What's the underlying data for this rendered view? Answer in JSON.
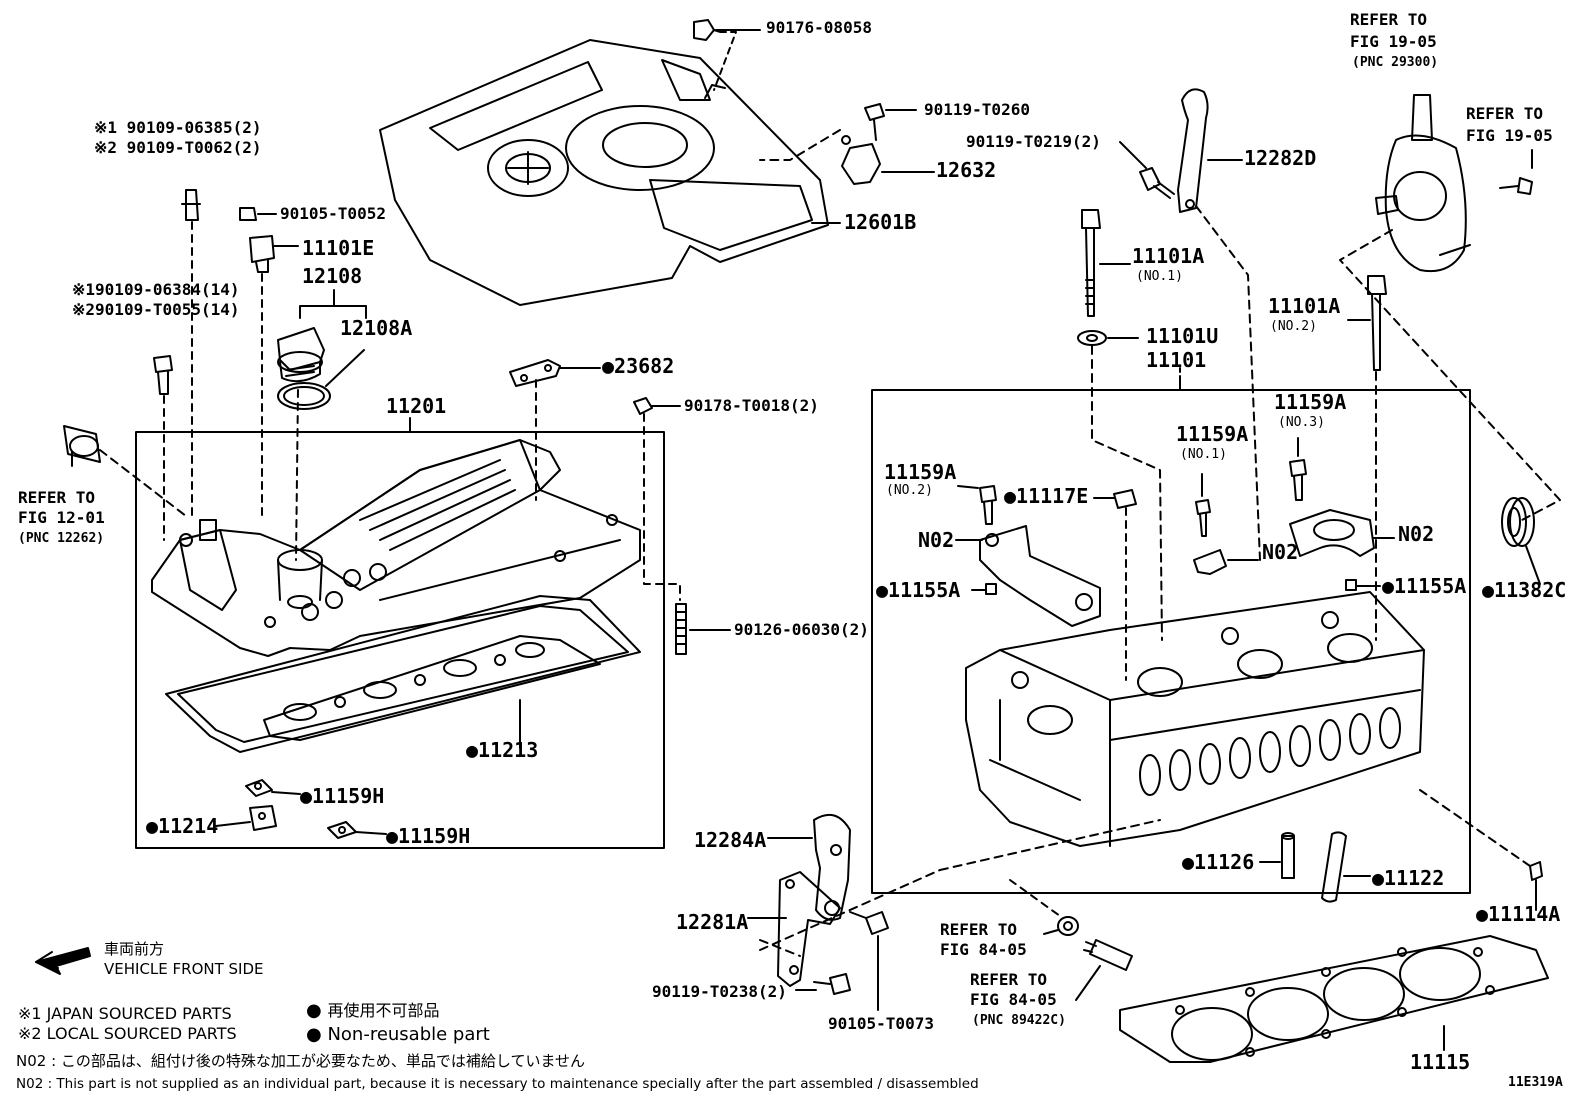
{
  "diagram_code": "11E319A",
  "labels": {
    "p90176_08058": "90176-08058",
    "p90119_T0260": "90119-T0260",
    "p12632": "12632",
    "p12601B": "12601B",
    "p90119_T0219": "90119-T0219(2)",
    "p12282D": "12282D",
    "ref_19_05_top_a": "REFER TO",
    "ref_19_05_top_b": "FIG 19-05",
    "ref_19_05_top_c": "(PNC 29300)",
    "ref_19_05_right_a": "REFER TO",
    "ref_19_05_right_b": "FIG 19-05",
    "j1_a": "※1 90109-06385(2)",
    "j1_b": "※2 90109-T0062(2)",
    "p90105_T0052": "90105-T0052",
    "p11101E": "11101E",
    "p12108": "12108",
    "p12108A": "12108A",
    "j2_a": "※190109-06384(14)",
    "j2_b": "※290109-T0055(14)",
    "p11101A_1": "11101A",
    "p11101A_1_no": "(NO.1)",
    "p11101U": "11101U",
    "p11101": "11101",
    "p11101A_2": "11101A",
    "p11101A_2_no": "(NO.2)",
    "p23682": "23682",
    "p90178_T0018": "90178-T0018(2)",
    "p11201": "11201",
    "ref_12_01_a": "REFER TO",
    "ref_12_01_b": "FIG 12-01",
    "ref_12_01_c": "(PNC 12262)",
    "p11159A_no2": "11159A",
    "p11159A_no2_no": "(NO.2)",
    "p11117E": "11117E",
    "p11159A_no1": "11159A",
    "p11159A_no1_no": "(NO.1)",
    "p11159A_no3": "11159A",
    "p11159A_no3_no": "(NO.3)",
    "n02_a": "N02",
    "n02_b": "N02",
    "n02_c": "N02",
    "p11155A_l": "11155A",
    "p11155A_r": "11155A",
    "p11382C": "11382C",
    "p90126_06030": "90126-06030(2)",
    "p11213": "11213",
    "p11159H_a": "11159H",
    "p11214": "11214",
    "p11159H_b": "11159H",
    "p12284A": "12284A",
    "p11126": "11126",
    "p11122": "11122",
    "p11114A": "11114A",
    "p12281A": "12281A",
    "ref_84_05_a1": "REFER TO",
    "ref_84_05_a2": "FIG 84-05",
    "ref_84_05_b1": "REFER TO",
    "ref_84_05_b2": "FIG 84-05",
    "ref_84_05_b3": "(PNC 89422C)",
    "p90119_T0238": "90119-T0238(2)",
    "p90105_T0073": "90105-T0073",
    "p11115": "11115"
  },
  "legend": {
    "front_jp": "車両前方",
    "front_en": "VEHICLE FRONT SIDE",
    "src1": "※1  JAPAN SOURCED PARTS",
    "src2": "※2  LOCAL SOURCED PARTS",
    "nonreuse_jp": "再使用不可部品",
    "nonreuse_en": "Non-reusable part"
  },
  "notes": {
    "n02_jp": "N02 : この部品は、組付け後の特殊な加工が必要なため、単品では補給していません",
    "n02_en": "N02 : This part is not supplied as an individual part, because it is necessary to maintenance specially after the part assembled / disassembled"
  }
}
